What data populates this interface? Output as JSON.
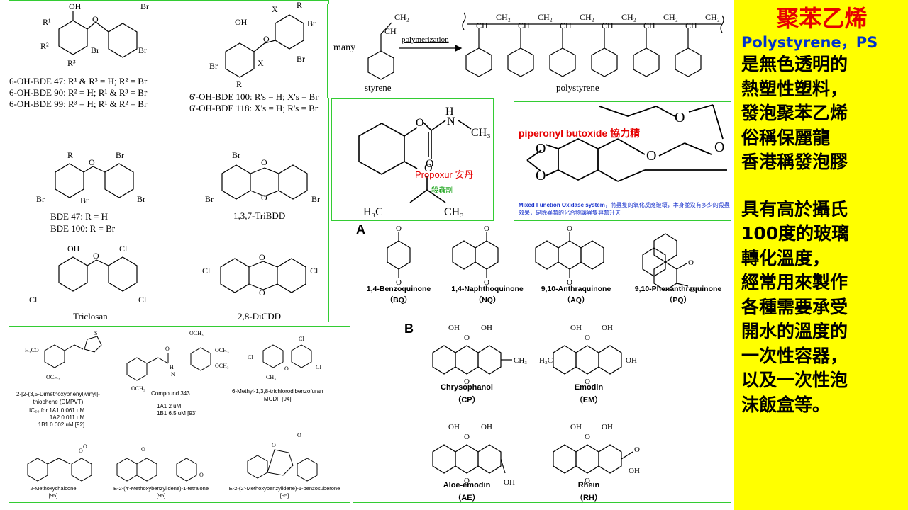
{
  "sidebar": {
    "title": "聚苯乙烯",
    "subtitle_en": "Polystyrene，PS",
    "lines1": [
      "是無色透明的",
      "熱塑性塑料，",
      "發泡聚苯乙烯",
      "俗稱保麗龍",
      "香港稱發泡膠"
    ],
    "lines2": [
      "具有高於攝氏",
      "100度的玻璃",
      "轉化溫度，",
      "經常用來製作",
      "各種需要承受",
      "開水的溫度的",
      "一次性容器，",
      "以及一次性泡",
      "沫飯盒等。"
    ]
  },
  "bde_panel": {
    "oh_bde": [
      "6-OH-BDE 47: R¹ & R³ = H; R² = Br",
      "6-OH-BDE 90: R² = H; R¹ & R³ = Br",
      "6-OH-BDE 99: R³ = H; R¹ & R² = Br"
    ],
    "oh_bde2": [
      "6'-OH-BDE 100: R's = H; X's = Br",
      "6'-OH-BDE 118: X's = H; R's = Br"
    ],
    "bde": [
      "BDE 47: R = H",
      "BDE 100: R = Br"
    ],
    "tribdd": "1,3,7-TriBDD",
    "triclosan": "Triclosan",
    "dicdd": "2,8-DiCDD"
  },
  "polymer_panel": {
    "many": "many",
    "arrow_label": "polymerization",
    "monomer": "styrene",
    "polymer": "polystyrene"
  },
  "propoxur_panel": {
    "name": "Propoxur 安丹",
    "sub": "殺蟲劑"
  },
  "pbo_panel": {
    "name": "piperonyl butoxide 協力精",
    "note_bold": "Mixed Function Oxidase system",
    "note": "，將蟲隻的氧化反應破壞，本身並沒有多少的殺蟲效果，是除蟲菊的化合物讓蟲隻興奮升天"
  },
  "quinone_panel": {
    "label_a": "A",
    "label_b": "B",
    "a_items": [
      {
        "name": "1,4-Benzoquinone",
        "abbr": "（BQ）"
      },
      {
        "name": "1,4-Naphthoquinone",
        "abbr": "（NQ）"
      },
      {
        "name": "9,10-Anthraquinone",
        "abbr": "（AQ）"
      },
      {
        "name": "9,10-Phenanthraquinone",
        "abbr": "（PQ）"
      }
    ],
    "b_items": [
      {
        "name": "Chrysophanol",
        "abbr": "（CP）"
      },
      {
        "name": "Emodin",
        "abbr": "（EM）"
      },
      {
        "name": "Aloe-emodin",
        "abbr": "（AE）"
      },
      {
        "name": "Rhein",
        "abbr": "（RH）"
      }
    ]
  },
  "stilbene_panel": {
    "dmpvt": [
      "2-[2-(3,5-Dimethoxyphenyl)vinyl]-",
      "thiophene (DMPVT)"
    ],
    "dmpvt_ic": [
      "IC₅₀ for 1A1 0.061 uM",
      "1A2 0.011 uM",
      "1B1 0.002 uM [92]"
    ],
    "compound": "Compound 343",
    "compound_vals": [
      "1A1 2 uM",
      "1B1 6.5 uM [93]"
    ],
    "mcdf": [
      "6-Methyl-1,3,8-trichlorodibenzofuran",
      "MCDF [94]"
    ],
    "chalcone": "2-Methoxychalcone",
    "tetralone": "E-2-(4'-Methoxybenzylidene)-1-tetralone",
    "suberone": "E-2-(2'-Methoxybenzylidene)-1-benzosuberone",
    "ref95": "[95]"
  }
}
